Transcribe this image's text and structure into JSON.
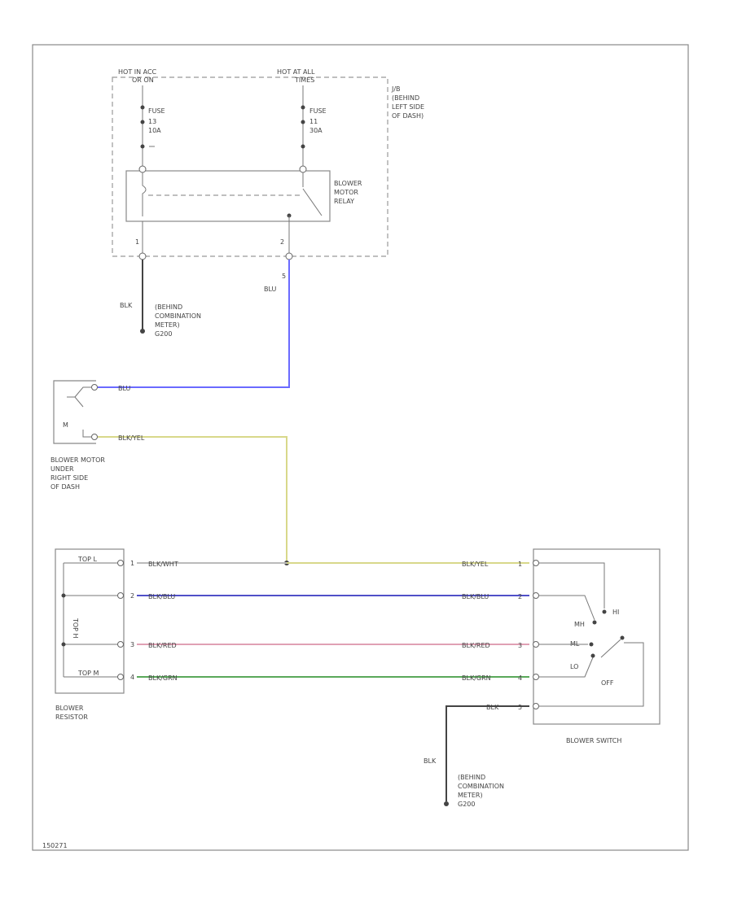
{
  "colors": {
    "blu": "#6a6aff",
    "blk_yel": "#d8d88a",
    "blk_wht": "#bbbbbb",
    "blk_blu": "#5050c8",
    "blk_red": "#e0a0b4",
    "blk_grn": "#5aa85a",
    "blk": "#444444"
  },
  "jb": {
    "hot_left": [
      "HOT IN ACC",
      "OR ON"
    ],
    "hot_right": [
      "HOT AT ALL",
      "TIMES"
    ],
    "fuse_left": [
      "FUSE",
      "13",
      "10A"
    ],
    "fuse_right": [
      "FUSE",
      "11",
      "30A"
    ],
    "label": [
      "J/B",
      "(BEHIND",
      "LEFT SIDE",
      "OF DASH)"
    ],
    "relay_label": [
      "BLOWER",
      "MOTOR",
      "RELAY"
    ],
    "pins": [
      "1",
      "2"
    ]
  },
  "ground_top": {
    "wire": "BLK",
    "label": [
      "(BEHIND",
      "COMBINATION",
      "METER)",
      "G200"
    ]
  },
  "relay_out": {
    "pin": "5",
    "wire": "BLU"
  },
  "blower_motor": {
    "wire_top": "BLU",
    "wire_bottom": "BLK/YEL",
    "label": [
      "BLOWER MOTOR",
      "UNDER",
      "RIGHT SIDE",
      "OF DASH"
    ]
  },
  "resistor": {
    "label": [
      "BLOWER",
      "RESISTOR"
    ],
    "inner": [
      "TOP L",
      "TOP H",
      "TOP M"
    ],
    "pins": [
      "1",
      "2",
      "3",
      "4"
    ]
  },
  "wires": {
    "r1": "BLK/WHT",
    "r2": "BLK/BLU",
    "r3": "BLK/RED",
    "r4": "BLK/GRN",
    "s1": "BLK/YEL",
    "s2": "BLK/BLU",
    "s3": "BLK/RED",
    "s4": "BLK/GRN",
    "s5": "BLK"
  },
  "switch": {
    "label": "BLOWER SWITCH",
    "pins": [
      "1",
      "2",
      "3",
      "4",
      "5"
    ],
    "positions": [
      "HI",
      "MH",
      "ML",
      "LO",
      "OFF"
    ]
  },
  "ground_bottom": {
    "wire": "BLK",
    "label": [
      "(BEHIND",
      "COMBINATION",
      "METER)",
      "G200"
    ]
  },
  "figure_id": "150271"
}
